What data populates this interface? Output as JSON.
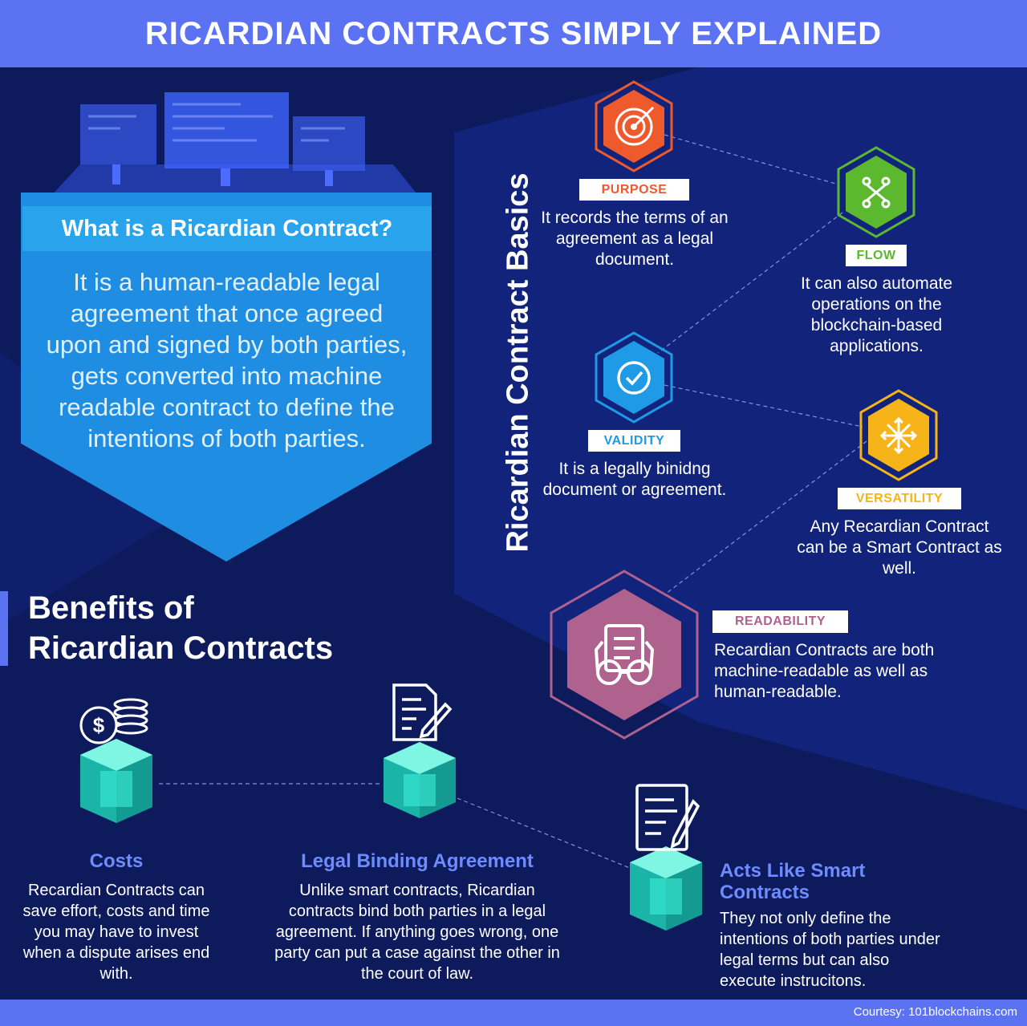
{
  "header": {
    "title": "RICARDIAN CONTRACTS SIMPLY EXPLAINED"
  },
  "what": {
    "title": "What is a Ricardian Contract?",
    "body": "It is a human-readable legal agreement that once agreed upon and signed by both parties, gets converted into machine readable contract to define the intentions of both parties."
  },
  "basics": {
    "title": "Ricardian Contract Basics",
    "items": [
      {
        "label": "PURPOSE",
        "text": "It records the terms of an agreement as a legal document.",
        "color": "#ee5a2c",
        "icon": "target-icon"
      },
      {
        "label": "FLOW",
        "text": "It can also automate operations on the blockchain-based applications.",
        "color": "#5cb82e",
        "icon": "flow-icon"
      },
      {
        "label": "VALIDITY",
        "text": "It is a legally binidng document or agreement.",
        "color": "#1e9ae6",
        "icon": "checkmark-icon"
      },
      {
        "label": "VERSATILITY",
        "text": "Any Recardian Contract can be a Smart Contract as well.",
        "color": "#f6b418",
        "icon": "arrows-icon"
      },
      {
        "label": "READABILITY",
        "text": "Recardian Contracts are both machine-readable as well as human-readable.",
        "color": "#b0628f",
        "icon": "reading-icon"
      }
    ]
  },
  "benefits": {
    "title_line1": "Benefits of",
    "title_line2": "Ricardian Contracts",
    "items": [
      {
        "title": "Costs",
        "text": "Recardian Contracts can save effort, costs and time you may have to invest when a dispute arises end with.",
        "icon": "coins-icon"
      },
      {
        "title": "Legal Binding Agreement",
        "text": "Unlike smart contracts, Ricardian contracts bind both parties in a legal agreement. If anything goes wrong, one party can put a case against the other in the court of law.",
        "icon": "document-pen-icon"
      },
      {
        "title": "Acts Like Smart Contracts",
        "text": "They not only define the intentions of both parties under legal terms but can also execute instrucitons.",
        "icon": "document-pen-icon"
      }
    ]
  },
  "footer": {
    "text": "Courtesy: 101blockchains.com"
  }
}
